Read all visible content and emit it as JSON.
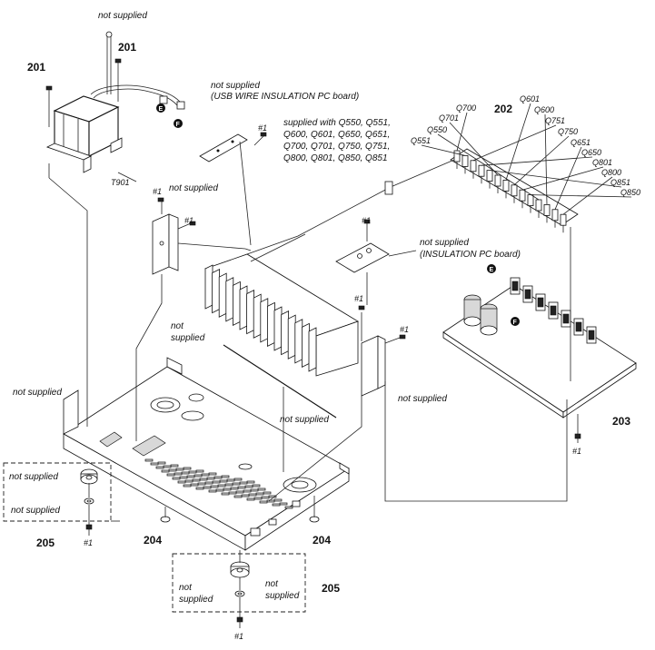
{
  "labels": {
    "not_supplied": "not supplied",
    "not": "not",
    "supplied": "supplied",
    "usb_board": "(USB WIRE INSULATION PC board)",
    "insulation_board": "(INSULATION PC board)",
    "supplied_with_1": "supplied with Q550, Q551,",
    "supplied_with_2": "Q600, Q601, Q650, Q651,",
    "supplied_with_3": "Q700, Q701, Q750, Q751,",
    "supplied_with_4": "Q800, Q801, Q850, Q851",
    "t901": "T901",
    "screw": "#1",
    "connector_e": "E",
    "connector_f": "F"
  },
  "refs": {
    "r201": "201",
    "r202": "202",
    "r203": "203",
    "r204": "204",
    "r205": "205"
  },
  "transistors": [
    "Q700",
    "Q701",
    "Q550",
    "Q551",
    "Q601",
    "Q600",
    "Q751",
    "Q750",
    "Q651",
    "Q650",
    "Q801",
    "Q800",
    "Q851",
    "Q850"
  ]
}
